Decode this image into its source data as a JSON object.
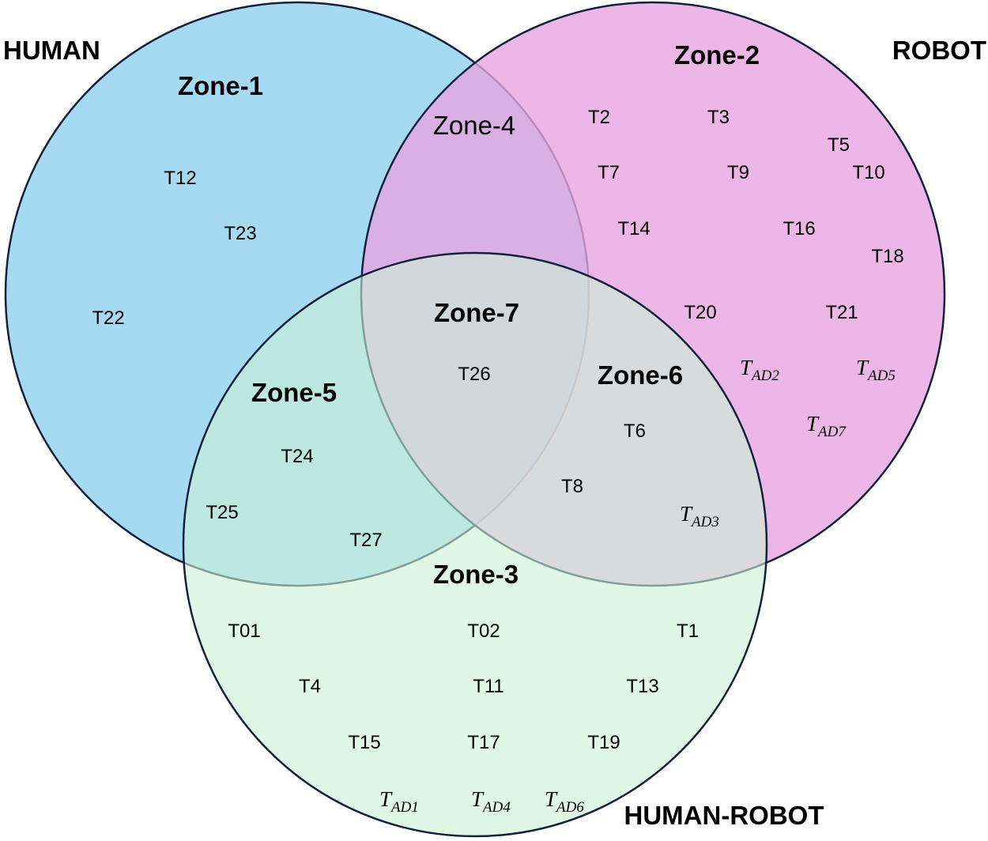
{
  "sets": {
    "human": {
      "label": "HUMAN",
      "fill": "#87CDED",
      "opacity": 0.75
    },
    "robot": {
      "label": "ROBOT",
      "fill": "#E7A5E0",
      "opacity": 0.8
    },
    "human_robot": {
      "label": "HUMAN-ROBOT",
      "fill": "#CCF2D5",
      "opacity": 0.6
    }
  },
  "stroke_color": "#14213D",
  "zones": {
    "zone1": "Zone-1",
    "zone2": "Zone-2",
    "zone3": "Zone-3",
    "zone4": "Zone-4",
    "zone5": "Zone-5",
    "zone6": "Zone-6",
    "zone7": "Zone-7"
  },
  "tasks": {
    "t12": "T12",
    "t23": "T23",
    "t22": "T22",
    "t2": "T2",
    "t3": "T3",
    "t5": "T5",
    "t7": "T7",
    "t9": "T9",
    "t10": "T10",
    "t14": "T14",
    "t16": "T16",
    "t18": "T18",
    "t20": "T20",
    "t21": "T21",
    "t26": "T26",
    "t6": "T6",
    "t8": "T8",
    "t24": "T24",
    "t25": "T25",
    "t27": "T27",
    "t01": "T01",
    "t02": "T02",
    "t1": "T1",
    "t4": "T4",
    "t11": "T11",
    "t13": "T13",
    "t15": "T15",
    "t17": "T17",
    "t19": "T19"
  },
  "ad_tasks": {
    "ad1": {
      "base": "T",
      "sub": "AD1"
    },
    "ad2": {
      "base": "T",
      "sub": "AD2"
    },
    "ad3": {
      "base": "T",
      "sub": "AD3"
    },
    "ad4": {
      "base": "T",
      "sub": "AD4"
    },
    "ad5": {
      "base": "T",
      "sub": "AD5"
    },
    "ad6": {
      "base": "T",
      "sub": "AD6"
    },
    "ad7": {
      "base": "T",
      "sub": "AD7"
    }
  }
}
